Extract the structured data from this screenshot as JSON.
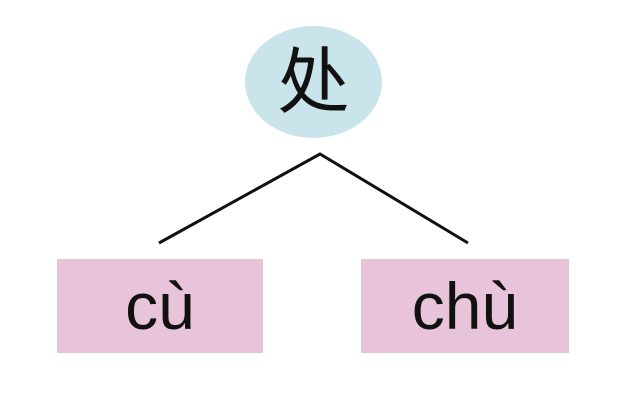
{
  "diagram": {
    "root": {
      "character": "处",
      "fill_color": "#c9e4ea"
    },
    "readings": [
      {
        "pinyin": "cù"
      },
      {
        "pinyin": "chù"
      }
    ],
    "reading_fill_color": "#e8c4da",
    "line_color": "#111111"
  }
}
